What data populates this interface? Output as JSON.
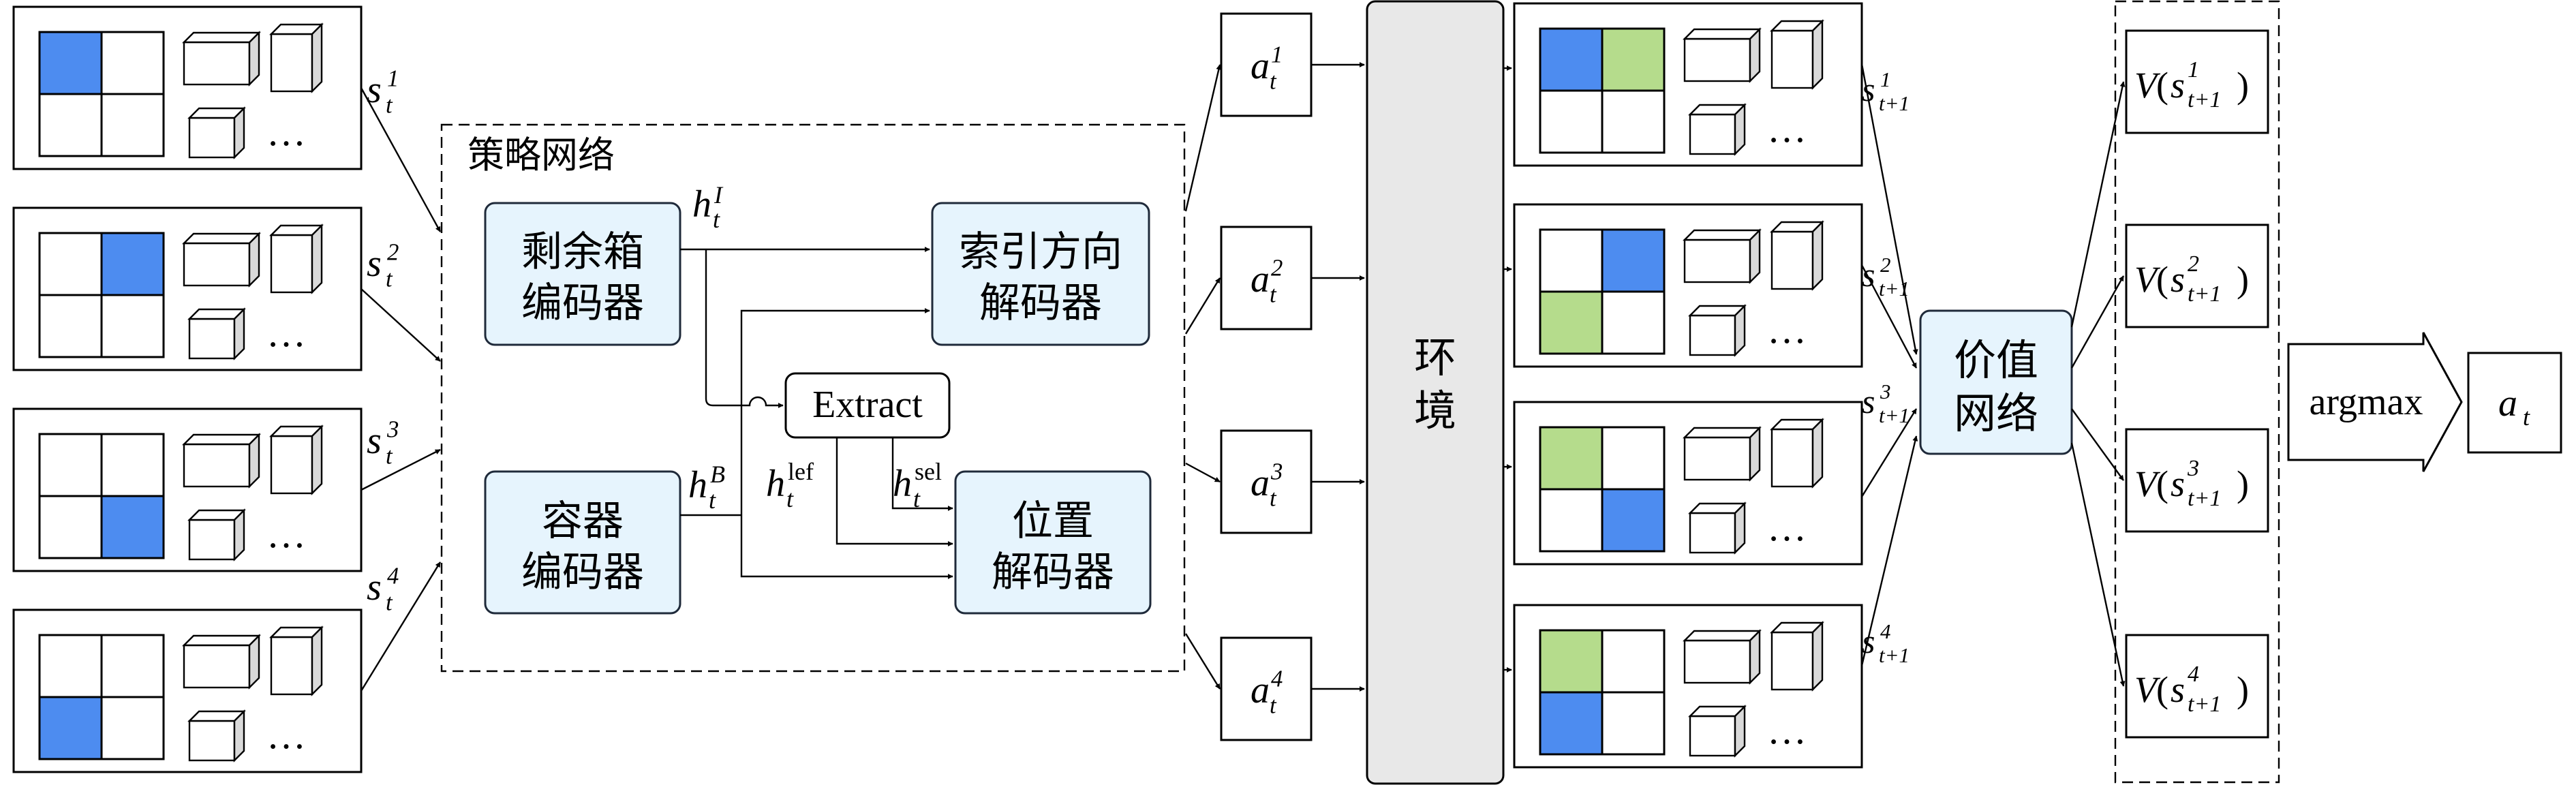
{
  "colors": {
    "selected_cell": "#4d8cf0",
    "placed_cell": "#b5dc8c",
    "network_fill": "#e6f4fd",
    "env_fill": "#e8e8e8"
  },
  "states_t": [
    {
      "sub": "t",
      "sup": "1",
      "selected": [
        0
      ],
      "placed": []
    },
    {
      "sub": "t",
      "sup": "2",
      "selected": [
        1
      ],
      "placed": []
    },
    {
      "sub": "t",
      "sup": "3",
      "selected": [
        3
      ],
      "placed": []
    },
    {
      "sub": "t",
      "sup": "4",
      "selected": [
        2
      ],
      "placed": []
    }
  ],
  "states_t1": [
    {
      "sub": "t+1",
      "sup": "1",
      "selected": [
        0
      ],
      "placed": [
        1
      ]
    },
    {
      "sub": "t+1",
      "sup": "2",
      "selected": [
        1
      ],
      "placed": [
        2
      ]
    },
    {
      "sub": "t+1",
      "sup": "3",
      "selected": [
        3
      ],
      "placed": [
        0
      ]
    },
    {
      "sub": "t+1",
      "sup": "4",
      "selected": [
        2
      ],
      "placed": [
        0
      ]
    }
  ],
  "ellipsis": "…",
  "policy": {
    "title": "策略网络",
    "remaining_encoder": [
      "剩余箱",
      "编码器"
    ],
    "container_encoder": [
      "容器",
      "编码器"
    ],
    "index_decoder": [
      "索引方向",
      "解码器"
    ],
    "position_decoder": [
      "位置",
      "解码器"
    ],
    "extract": "Extract",
    "h_i": {
      "base": "h",
      "sub": "t",
      "sup": "I"
    },
    "h_b": {
      "base": "h",
      "sub": "t",
      "sup": "B"
    },
    "h_lef": {
      "base": "h",
      "sub": "t",
      "sup": "lef"
    },
    "h_sel": {
      "base": "h",
      "sub": "t",
      "sup": "sel"
    }
  },
  "actions": [
    {
      "base": "a",
      "sub": "t",
      "sup": "1"
    },
    {
      "base": "a",
      "sub": "t",
      "sup": "2"
    },
    {
      "base": "a",
      "sub": "t",
      "sup": "3"
    },
    {
      "base": "a",
      "sub": "t",
      "sup": "4"
    }
  ],
  "environment": [
    "环",
    "境"
  ],
  "value_network": [
    "价值",
    "网络"
  ],
  "values": [
    {
      "base": "V",
      "sub": "t+1",
      "sup": "1"
    },
    {
      "base": "V",
      "sub": "t+1",
      "sup": "2"
    },
    {
      "base": "V",
      "sub": "t+1",
      "sup": "3"
    },
    {
      "base": "V",
      "sub": "t+1",
      "sup": "4"
    }
  ],
  "argmax": "argmax",
  "final_action": {
    "base": "a",
    "sub": "t"
  }
}
